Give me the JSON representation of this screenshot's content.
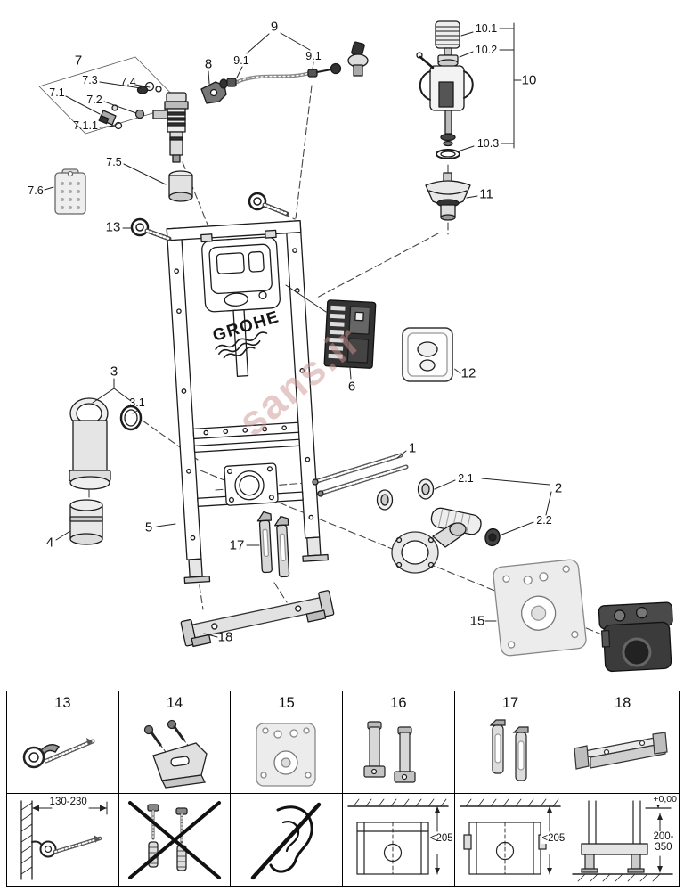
{
  "brand": "GROHE",
  "watermark": "sans.ir",
  "callouts": {
    "c1": "1",
    "c2": "2",
    "c2_1": "2.1",
    "c2_2": "2.2",
    "c3": "3",
    "c3_1": "3.1",
    "c4": "4",
    "c5": "5",
    "c6": "6",
    "c7": "7",
    "c7_1": "7.1",
    "c7_1_1": "7.1.1",
    "c7_2": "7.2",
    "c7_3": "7.3",
    "c7_4": "7.4",
    "c7_5": "7.5",
    "c7_6": "7.6",
    "c8": "8",
    "c9": "9",
    "c9_1a": "9.1",
    "c9_1b": "9.1",
    "c10": "10",
    "c10_1": "10.1",
    "c10_2": "10.2",
    "c10_3": "10.3",
    "c11": "11",
    "c12": "12",
    "c13": "13",
    "c15": "15",
    "c17": "17",
    "c18": "18"
  },
  "table": {
    "headers": [
      "13",
      "14",
      "15",
      "16",
      "17",
      "18"
    ],
    "m13": "130-230",
    "m16": "<205",
    "m17": "<205",
    "m18_level": "+0,00",
    "m18_range": "200-350"
  }
}
